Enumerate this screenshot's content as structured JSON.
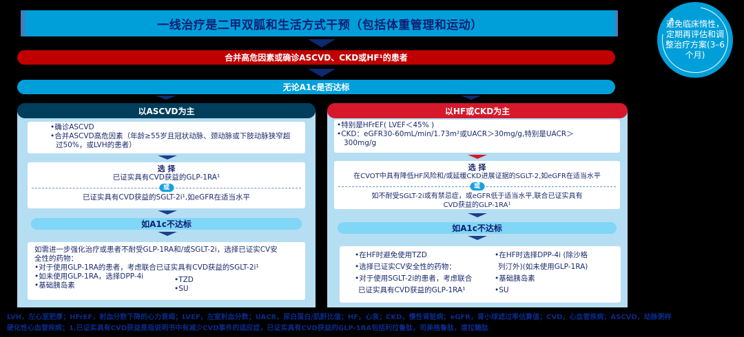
{
  "top_bar": {
    "title": "一线治疗是二甲双胍和生活方式干预（包括体重管理和运动）"
  },
  "red_bar": {
    "label": "合并高危因素或确诊ASCVD、CKD或HF¹的患者"
  },
  "blue_bar": {
    "label": "无论A1c是否达标"
  },
  "cycle": {
    "text": "避免临床惰性，定期再评估和调整治疗方案(3–6个月)"
  },
  "left": {
    "header": "以ASCVD为主",
    "criteria": [
      "•确诊ASCVD",
      "•合并ASCVD高危因素（年龄≥55岁且冠状动脉、颈动脉或下肢动脉狭窄超",
      "过50%，或LVH的患者）"
    ],
    "choose_label": "选 择",
    "option1": "已证实具有CVD获益的GLP-1RA¹",
    "or_label": "或",
    "option2": "已证实具有CVD获益的SGLT-2i¹,如eGFR在适当水平",
    "a1c_label": "如A1c不达标",
    "next": {
      "intro1": "如需进一步强化治疗或患者不耐受GLP-1RA和/或SGLT-2i，选择已证实CV安",
      "intro2": "全性的药物：",
      "item1": "•对于使用GLP-1RA的患者，考虑联合已证实具有CVD获益的SGLT-2i¹",
      "item2": "•如未使用GLP-1RA，选择DPP-4i",
      "item3": "•基础胰岛素",
      "item4": "•TZD",
      "item5": "•SU"
    }
  },
  "right": {
    "header": "以HF或CKD为主",
    "criteria": [
      "•特别是HFrEF( LVEF＜45% )",
      "•CKD：eGFR30-60mL/min/1.73m²或UACR＞30mg/g,特别是UACR＞",
      "300mg/g"
    ],
    "choose_label": "选 择",
    "option1": "在CVOT中具有降低HF风险和/或延缓CKD进展证据的SGLT-2,如eGFR在适当水平",
    "or_label": "或",
    "option2_line1": "如不耐受SGLT-2i或有禁忌症，或eGFR低于适当水平,联合已证实具有",
    "option2_line2": "CVD获益的GLP-1RA¹",
    "a1c_label": "如A1c不达标",
    "next": {
      "left_items": [
        "•在HF时避免使用TZD",
        "•选择已证实CV安全性的药物：",
        "•对于使用SGLT-2i的患者，考虑联合",
        " 已证实具有CVD获益的GLP-1RA¹"
      ],
      "right_items": [
        "•在HF时选择DPP-4i (除沙格",
        " 列汀外)(如未使用GLP-1RA)",
        "•基础胰岛素",
        "•SU"
      ]
    }
  },
  "footnote": {
    "line1": "LVH，左心室肥厚；HFrEF，射血分数下降的心力衰竭；LVEF，左室射血分数；UACR，尿白蛋白/肌酐比值；HF，心衰；CKD，慢性肾脏病；eGFR，肾小球滤过率估算值；CVD，心血管疾病；ASCVD，动脉粥样",
    "line2": "硬化性心血管疾病；1.已证实具有CVD获益是指说明书中有减少CVD事件的适应症，已证实具有CVD获益的GLP-1RA包括利拉鲁肽，司美格鲁肽，度拉糖肽"
  },
  "colors": {
    "top_bar": "#009fda",
    "red_bar": "#c00000",
    "left_header": "#003e5c",
    "right_header": "#d5192b",
    "panel_bg": "#b5def3",
    "a1c_pill": "#7fd6f7",
    "text": "#1a2a6c"
  }
}
